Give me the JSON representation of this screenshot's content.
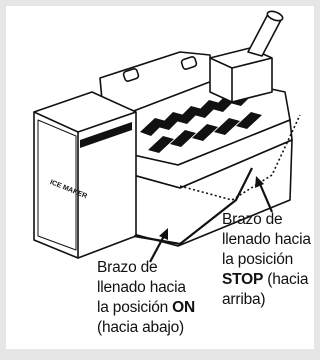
{
  "diagram": {
    "device_label": "ICE MAKER",
    "label_on": {
      "line1": "Brazo de",
      "line2": "llenado hacia",
      "line3_prefix": "la posición ",
      "line3_bold": "ON",
      "line4": "(hacia abajo)"
    },
    "label_stop": {
      "line1": "Brazo de",
      "line2": "llenado hacia",
      "line3": "la posición",
      "line4_bold": "STOP",
      "line4_suffix": " (hacia",
      "line5": "arriba)"
    }
  }
}
